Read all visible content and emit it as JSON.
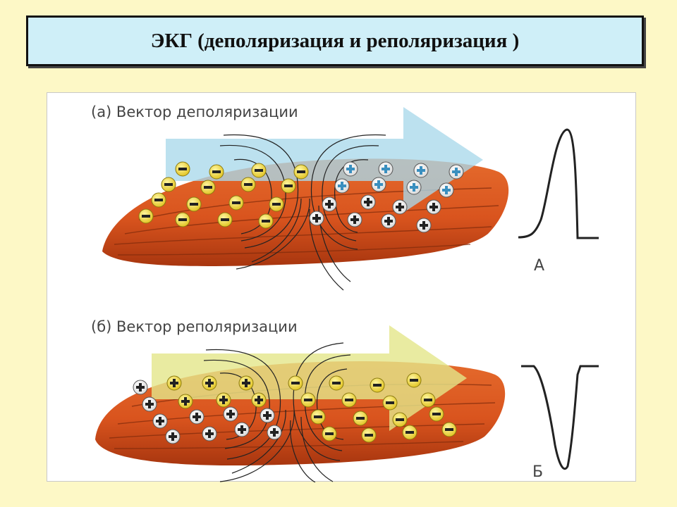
{
  "title": "ЭКГ (деполяризация и реполяризация )",
  "panel_a": {
    "label": "(а) Вектор деполяризации",
    "wave_label": "А"
  },
  "panel_b": {
    "label": "(б) Вектор реполяризации",
    "wave_label": "Б"
  },
  "colors": {
    "background": "#fdf8c6",
    "title_box": "#cfeff8",
    "muscle": "#d9541e",
    "arrow_depolarization": "#a9d8ea",
    "arrow_repolarization": "#e4e68a",
    "negative_charge": "#e8d63a",
    "positive_charge": "#ffffff"
  },
  "icons": [
    "muscle-fiber",
    "vector-arrow",
    "charge-plus-icon",
    "charge-minus-icon",
    "field-line",
    "ecg-wave"
  ]
}
